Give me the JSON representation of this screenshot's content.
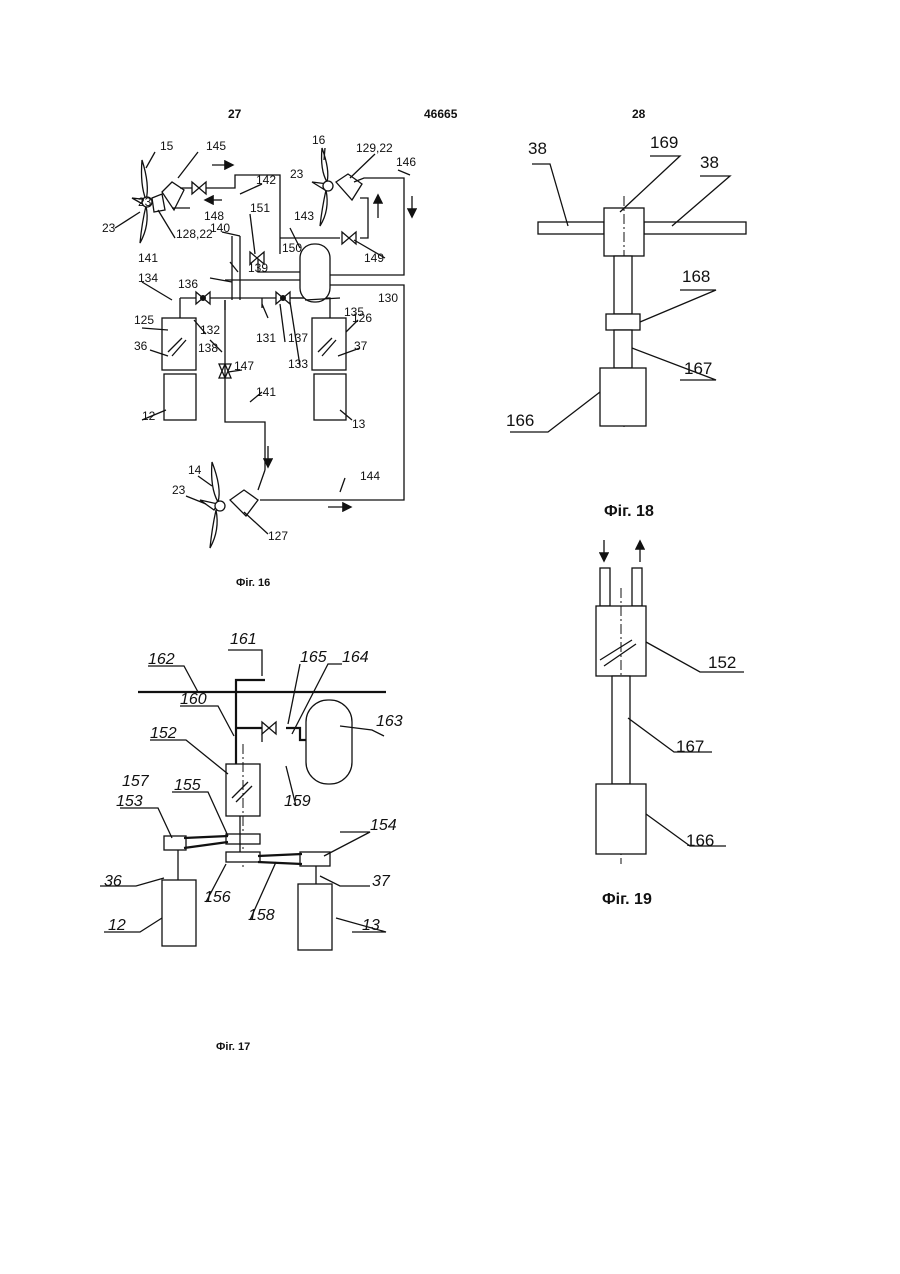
{
  "header": {
    "page_left": "27",
    "patent_number": "46665",
    "page_right": "28"
  },
  "fig16": {
    "caption": "Фіг. 16",
    "labels": {
      "l15": "15",
      "l145": "145",
      "l16": "16",
      "l129_22": "129,22",
      "l146": "146",
      "l23a": "23",
      "l142": "142",
      "l23b": "23",
      "l148": "148",
      "l128_22": "128,22",
      "l23c": "23",
      "l151": "151",
      "l143": "143",
      "l140": "140",
      "l150": "150",
      "l149": "149",
      "l141a": "141",
      "l139": "139",
      "l134": "134",
      "l136": "136",
      "l130": "130",
      "l125": "125",
      "l132": "132",
      "l135": "135",
      "l126": "126",
      "l36": "36",
      "l138": "138",
      "l131": "131",
      "l137": "137",
      "l133": "133",
      "l37": "37",
      "l147": "147",
      "l12": "12",
      "l13": "13",
      "l141b": "141",
      "l14": "14",
      "l144": "144",
      "l23d": "23",
      "l127": "127"
    }
  },
  "fig17": {
    "caption": "Фіг. 17",
    "labels": {
      "l161": "161",
      "l162": "162",
      "l165": "165",
      "l164": "164",
      "l160": "160",
      "l163": "163",
      "l152": "152",
      "l157": "157",
      "l155": "155",
      "l159": "159",
      "l153": "153",
      "l154": "154",
      "l36": "36",
      "l156": "156",
      "l158": "158",
      "l37": "37",
      "l12": "12",
      "l13": "13"
    }
  },
  "fig18": {
    "caption": "Фіг. 18",
    "labels": {
      "l38a": "38",
      "l169": "169",
      "l38b": "38",
      "l168": "168",
      "l167": "167",
      "l166": "166"
    }
  },
  "fig19": {
    "caption": "Фіг. 19",
    "labels": {
      "l152": "152",
      "l167": "167",
      "l166": "166"
    }
  }
}
